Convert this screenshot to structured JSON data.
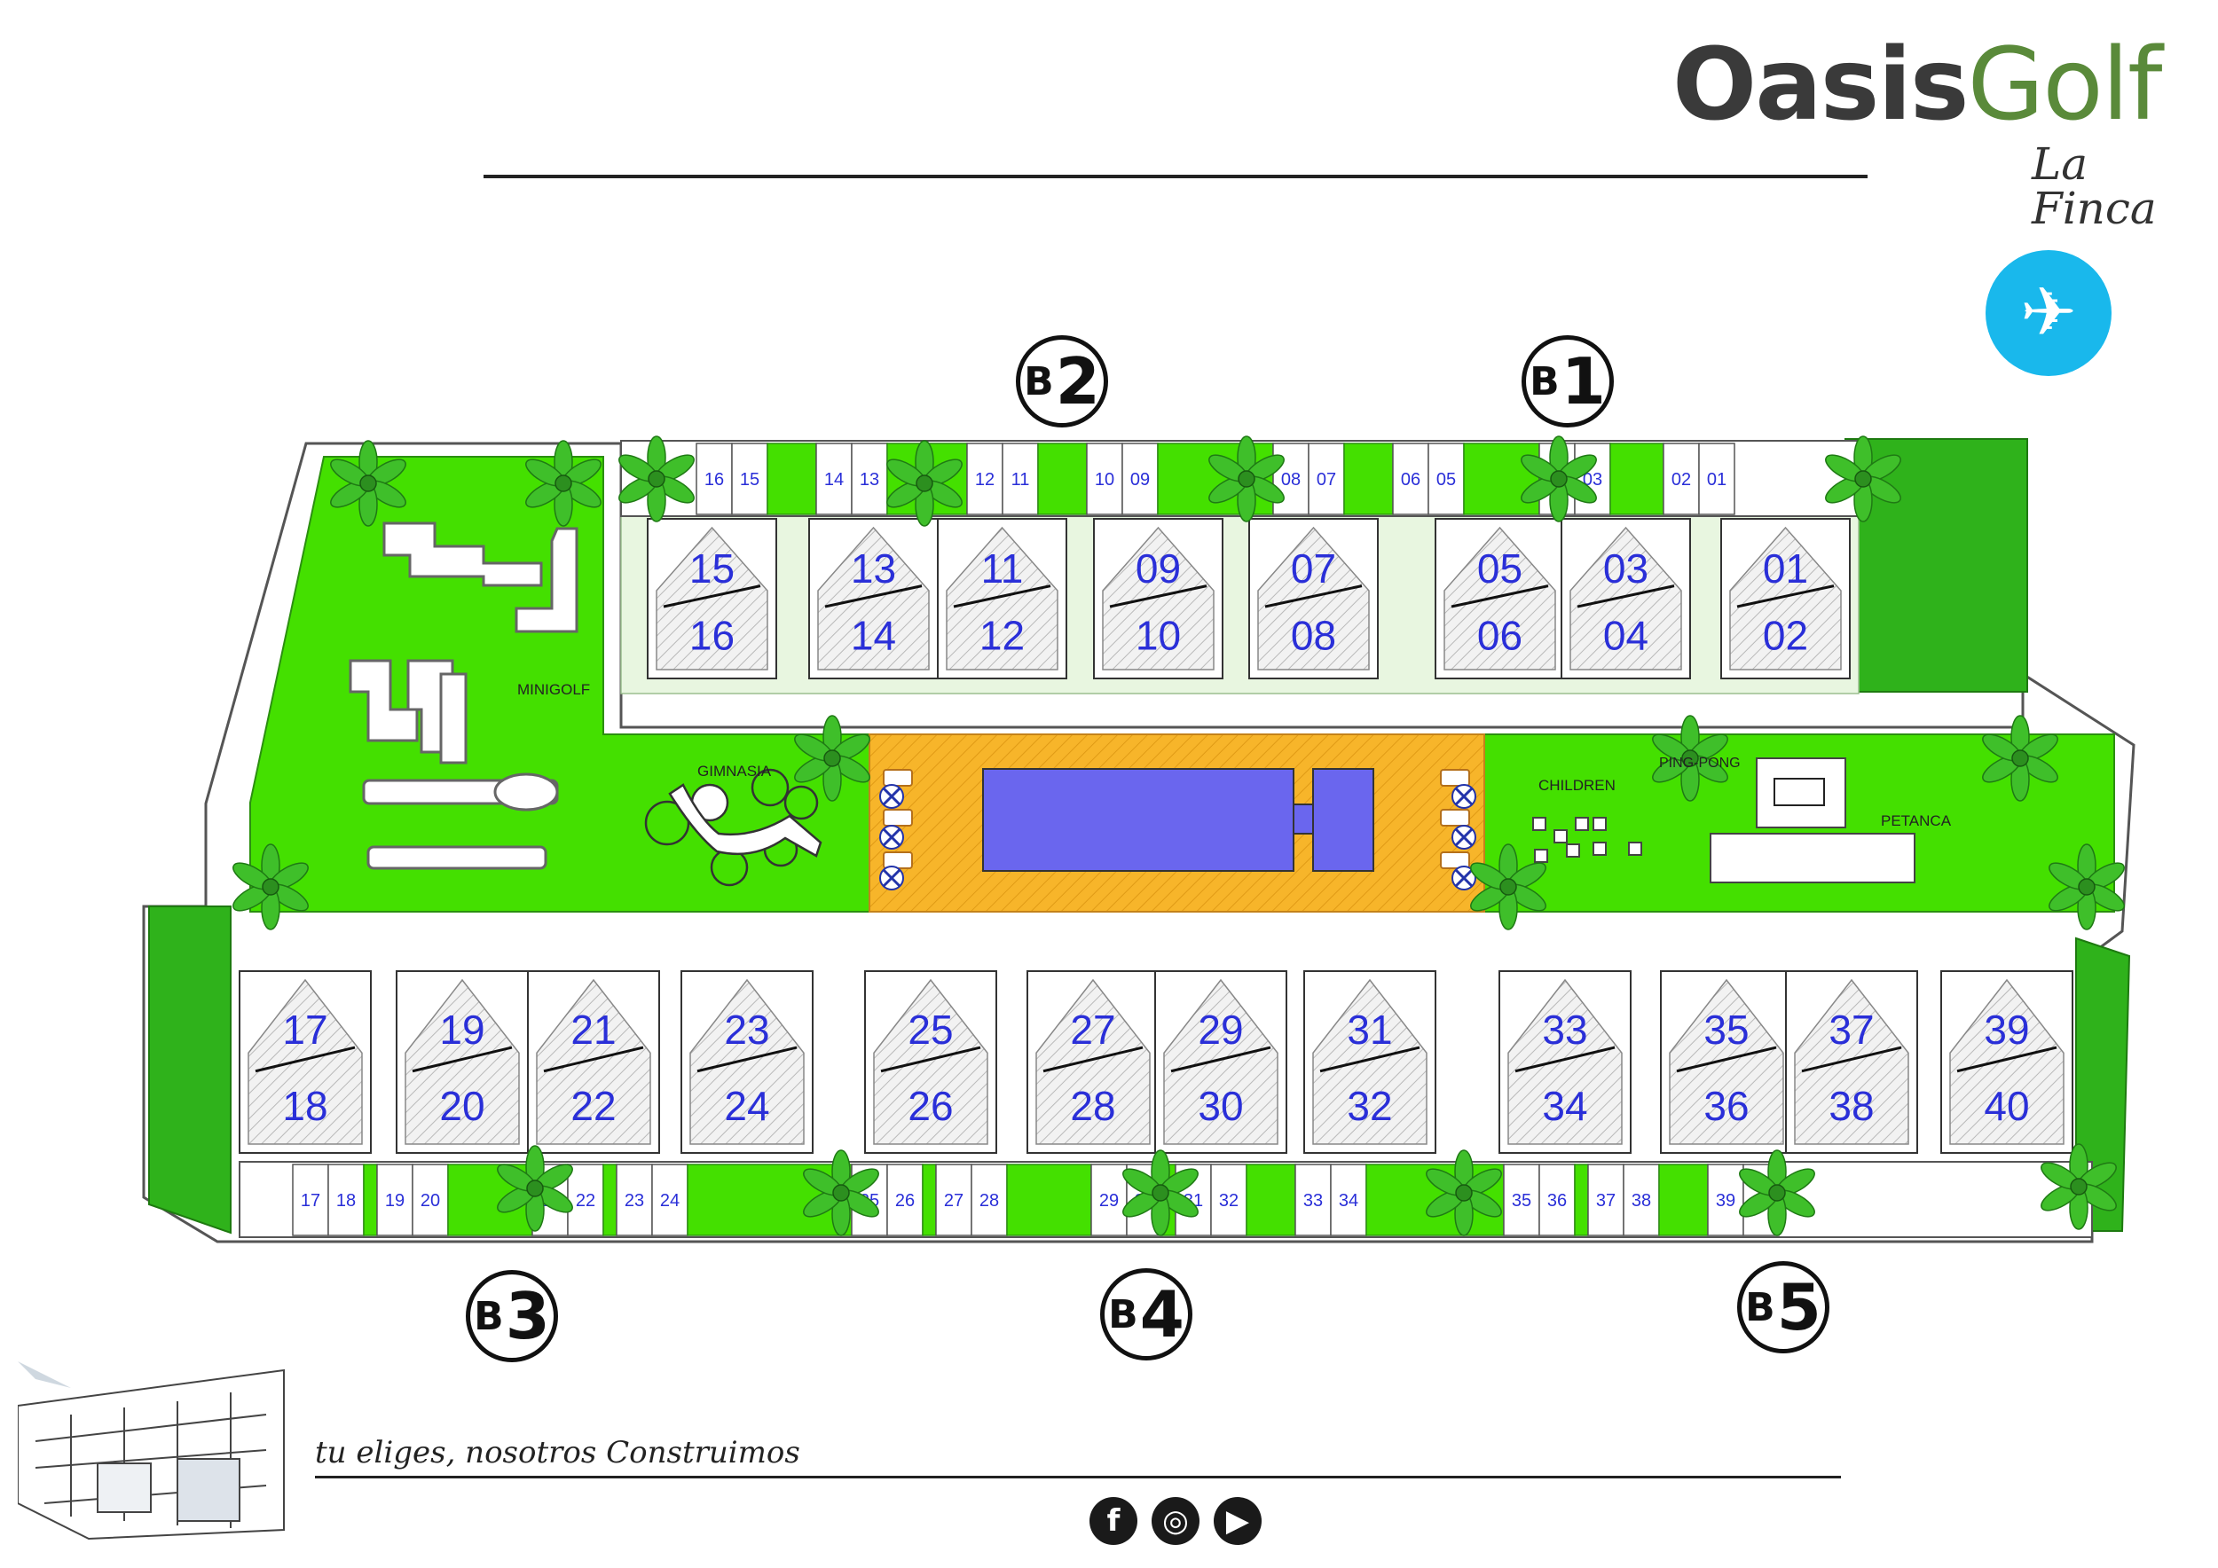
{
  "brand": {
    "logo_main": "Oasis",
    "logo_accent": "Golf",
    "logo_sub": "La Finca"
  },
  "tagline": "tu eliges, nosotros Construimos",
  "blocks": {
    "B1": {
      "letter": "B",
      "number": "1"
    },
    "B2": {
      "letter": "B",
      "number": "2"
    },
    "B3": {
      "letter": "B",
      "number": "3"
    },
    "B4": {
      "letter": "B",
      "number": "4"
    },
    "B5": {
      "letter": "B",
      "number": "5"
    }
  },
  "areas": {
    "minigolf": "MINIGOLF",
    "gimnasia": "GIMNASIA",
    "children": "CHILDREN",
    "ping_pong": "PING-PONG",
    "petanca": "PETANCA"
  },
  "top_units": [
    {
      "top": "15",
      "bottom": "16"
    },
    {
      "top": "13",
      "bottom": "14"
    },
    {
      "top": "11",
      "bottom": "12"
    },
    {
      "top": "09",
      "bottom": "10"
    },
    {
      "top": "07",
      "bottom": "08"
    },
    {
      "top": "05",
      "bottom": "06"
    },
    {
      "top": "03",
      "bottom": "04"
    },
    {
      "top": "01",
      "bottom": "02"
    }
  ],
  "bottom_units": [
    {
      "top": "17",
      "bottom": "18"
    },
    {
      "top": "19",
      "bottom": "20"
    },
    {
      "top": "21",
      "bottom": "22"
    },
    {
      "top": "23",
      "bottom": "24"
    },
    {
      "top": "25",
      "bottom": "26"
    },
    {
      "top": "27",
      "bottom": "28"
    },
    {
      "top": "29",
      "bottom": "30"
    },
    {
      "top": "31",
      "bottom": "32"
    },
    {
      "top": "33",
      "bottom": "34"
    },
    {
      "top": "35",
      "bottom": "36"
    },
    {
      "top": "37",
      "bottom": "38"
    },
    {
      "top": "39",
      "bottom": "40"
    }
  ],
  "top_parking": [
    "16",
    "15",
    "14",
    "13",
    "12",
    "11",
    "10",
    "09",
    "08",
    "07",
    "06",
    "05",
    "04",
    "03",
    "02",
    "01"
  ],
  "bottom_parking": [
    "17",
    "18",
    "19",
    "20",
    "21",
    "22",
    "23",
    "24",
    "25",
    "26",
    "27",
    "28",
    "29",
    "30",
    "31",
    "32",
    "33",
    "34",
    "35",
    "36",
    "37",
    "38",
    "39",
    "40"
  ],
  "social": {
    "facebook": "facebook-icon",
    "instagram": "instagram-icon",
    "youtube": "youtube-icon"
  },
  "colors": {
    "lawn": "#44e000",
    "lawn_dark": "#2fb21b",
    "pool_deck": "#f7b52a",
    "pool_water": "#6a66ee",
    "unit_number": "#2a2fd8",
    "share_badge": "#19b8ec"
  }
}
